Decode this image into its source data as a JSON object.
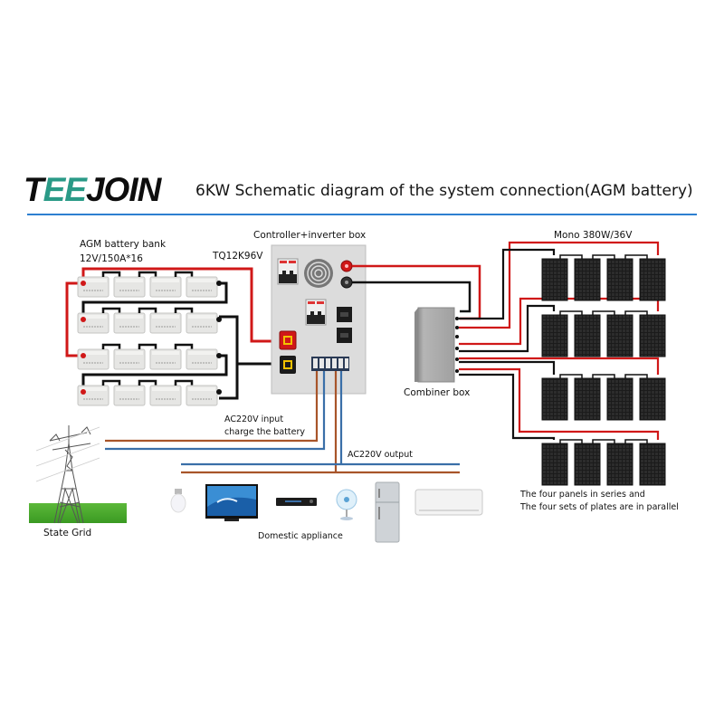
{
  "header": {
    "logo_prefix": "T",
    "logo_mark": "EE",
    "logo_suffix": "JOIN",
    "title": "6KW Schematic diagram of the system connection(AGM battery)",
    "rule_color": "#2d7fd0"
  },
  "battery_bank": {
    "label": "AGM battery bank",
    "spec": "12V/150A*16",
    "rows": 4,
    "per_row": 4
  },
  "inverter": {
    "label": "Controller+inverter box",
    "model": "TQ12K96V"
  },
  "combiner": {
    "label": "Combiner box"
  },
  "solar_array": {
    "label": "Mono 380W/36V",
    "rows": 4,
    "per_row": 4,
    "note_line1": "The four panels in series and",
    "note_line2": "The four sets of plates are in parallel"
  },
  "grid": {
    "label": "State Grid",
    "input_line1": "AC220V input",
    "input_line2": "charge the battery",
    "output_label": "AC220V output"
  },
  "appliances": {
    "label": "Domestic appliance",
    "items": [
      "light-bulb",
      "television",
      "dvd-player",
      "desk-fan",
      "refrigerator",
      "air-conditioner"
    ]
  },
  "colors": {
    "positive_wire": "#d01818",
    "negative_wire": "#111111",
    "ac_live": "#a8552a",
    "ac_neutral": "#3a6fa8",
    "panel": "#1b1b1b",
    "battery": "#e6e6e4",
    "inverter_box": "#dcdcdc",
    "combiner_box": "#a9a9a9",
    "grass": "#4aa82a"
  }
}
